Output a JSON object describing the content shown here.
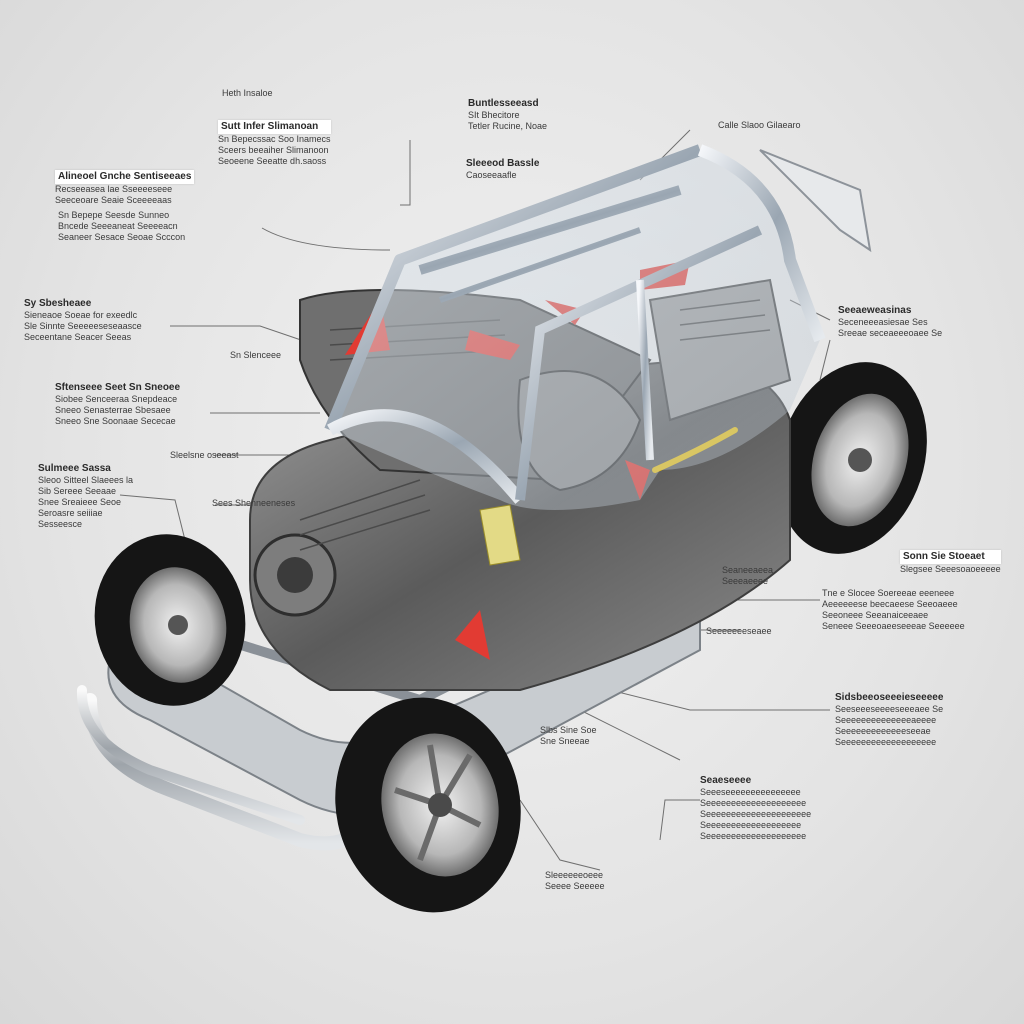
{
  "colors": {
    "background": "#e4e4e4",
    "frame": "#b9c2cc",
    "accent_red": "#e23b33",
    "fuel_line_yellow": "#e8c21a",
    "tire": "#151515",
    "rim": "#c9c9c9",
    "leader_line": "#6f6f6f"
  },
  "callouts": [
    {
      "id": "c1",
      "title": "",
      "body": "Heth Insaloe"
    },
    {
      "id": "c2",
      "title": "Sutt Infer Slimanoan",
      "body": "Sn Bepecssac Soo Inamecs\nSceers beeaiher Slimanoon\nSeoeene Seeatte dh.saoss"
    },
    {
      "id": "c3",
      "title": "Buntlesseeasd",
      "body": "SIt Bhecitore\nTetler Rucine, Noae"
    },
    {
      "id": "c4",
      "title": "Sleeeod Bassle",
      "body": "Caoseeaafle"
    },
    {
      "id": "c5",
      "title": "",
      "body": "Calle Slaoo Gilaearo"
    },
    {
      "id": "c6",
      "title": "Alineoel Gnche Sentiseeaes",
      "body": "Recseeasea lae Sseeeeseee\nSeeceoare Seaie Sceeeeaas"
    },
    {
      "id": "c7",
      "title": "",
      "body": "Sn Bepepe Seesde Sunneo\nBncede Seeeaneat Seeeeacn\nSeaneer Sesace Seoae Scccon"
    },
    {
      "id": "c8",
      "title": "Sy Sbesheaee",
      "body": "Sieneaoe Soeae for exeedlc\nSle Sinnte Seeeeeseseaasce\nSeceentane Seacer Seeas"
    },
    {
      "id": "c9",
      "title": "",
      "body": "Sn Slenceee"
    },
    {
      "id": "c10",
      "title": "Sftenseee Seet Sn Sneoee",
      "body": "Siobee Senceeraa Snepdeace\nSneeo Senasterrae Sbesaee\nSneeo Sne Soonaae Sececae"
    },
    {
      "id": "c11",
      "title": "",
      "body": "Sleelsne oseeast"
    },
    {
      "id": "c12",
      "title": "Sulmeee Sassa",
      "body": "Sleoo Sitteel Slaeees la\nSib Sereee Seeaae\nSnee Sreaieee Seoe\nSeroasre seiiiae\nSesseesce"
    },
    {
      "id": "c13",
      "title": "",
      "body": "Sees Shenneeneses"
    },
    {
      "id": "c14",
      "title": "Seeaeweasinas",
      "body": "Seceneeeasiesae Ses\nSreeae seceaeeeoaee Se"
    },
    {
      "id": "c15",
      "title": "",
      "body": "Seaneeaeea\nSeeeaeeee"
    },
    {
      "id": "c16",
      "title": "Sonn Sie Stoeaet",
      "body": "Slegsee Seeesoaoeeeee"
    },
    {
      "id": "c17",
      "title": "",
      "body": "Tne e Slocee Soereeae eeeneee\nAeeeeeese beecaeese Seeoaeee\nSeeoneee Seeanaiceeaee\nSeneee Seeeoaeeseeeae Seeeeee"
    },
    {
      "id": "c18",
      "title": "",
      "body": "Seeeeeeeseaee"
    },
    {
      "id": "c19",
      "title": "Sidsbeeoseeeieseeeee",
      "body": "Seeseeeseeeeseeeaee Se\nSeeeeeeeeeeeeeeaeeee\nSeeeeeeeeeeeeeseeae\nSeeeeeeeeeeeeeeeeeee"
    },
    {
      "id": "c20",
      "title": "",
      "body": "Slbs Sine Soe\nSne Sneeae"
    },
    {
      "id": "c21",
      "title": "Seaeseeee",
      "body": "Seeeseeeeeeeeeeeeeee\nSeeeeeeeeeeeeeeeeeeee\nSeeeeeeeeeeeeeeeeeeeee\nSeeeeeeeeeeeeeeeeeee\nSeeeeeeeeeeeeeeeeeeee"
    },
    {
      "id": "c22",
      "title": "",
      "body": "Sleeeeeeoeee\nSeeee Seeeee"
    }
  ]
}
